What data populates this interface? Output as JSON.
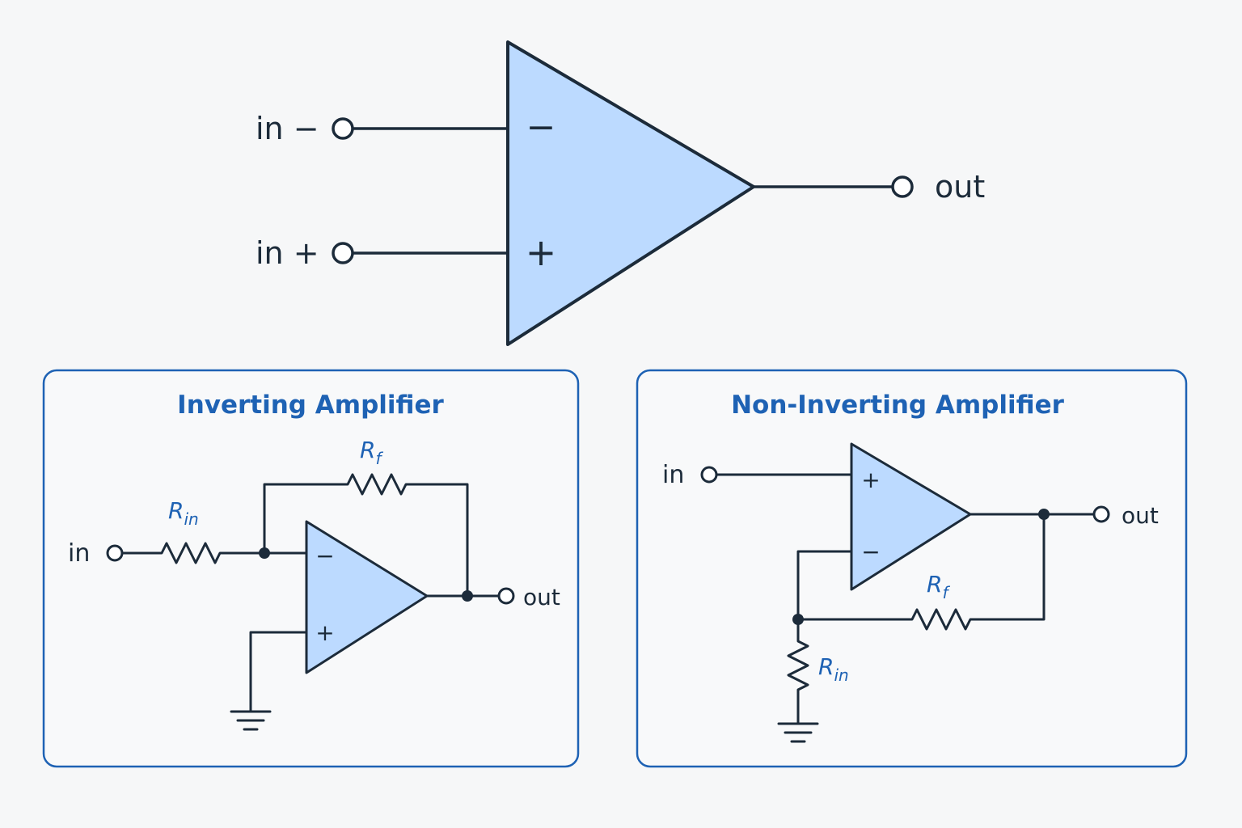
{
  "main_opamp": {
    "inverting_input_label": "in −",
    "noninverting_input_label": "in +",
    "output_label": "out",
    "minus_sign": "−",
    "plus_sign": "+"
  },
  "inverting": {
    "title": "Inverting Amplifier",
    "input_label": "in",
    "output_label": "out",
    "rin": {
      "letter": "R",
      "sub": "in"
    },
    "rf": {
      "letter": "R",
      "sub": "f"
    },
    "minus_sign": "−",
    "plus_sign": "+"
  },
  "noninverting": {
    "title": "Non-Inverting Amplifier",
    "input_label": "in",
    "output_label": "out",
    "rin": {
      "letter": "R",
      "sub": "in"
    },
    "rf": {
      "letter": "R",
      "sub": "f"
    },
    "minus_sign": "−",
    "plus_sign": "+"
  },
  "colors": {
    "line": "#1c2b3a",
    "opamp_fill": "#bcdaff",
    "accent_blue": "#1e62b4",
    "background": "#f6f7f8"
  }
}
